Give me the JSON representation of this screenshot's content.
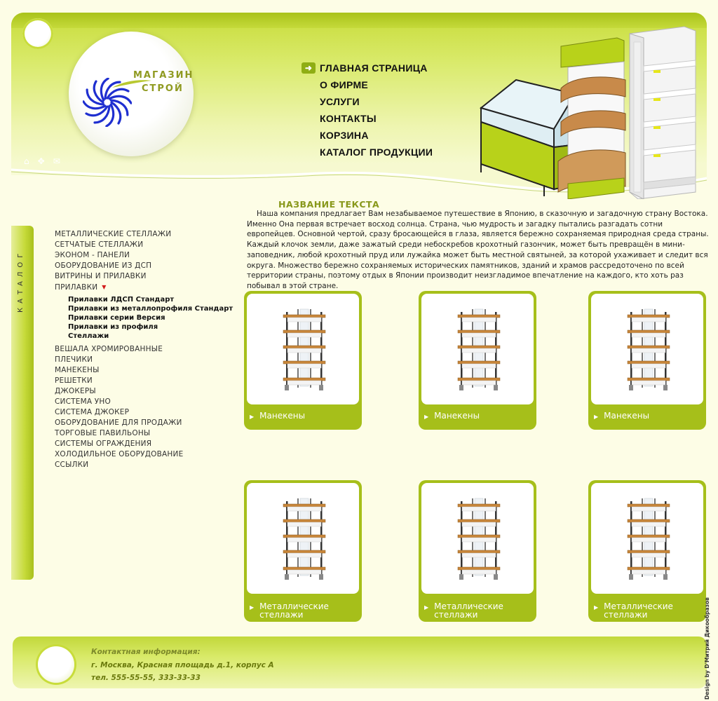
{
  "brand": {
    "line1": "МАГАЗИН",
    "line2": "СТРОЙ",
    "color": "#8f9a20"
  },
  "header_icons": [
    "home-icon",
    "move-icon",
    "mail-icon"
  ],
  "nav": {
    "items": [
      {
        "label": "ГЛАВНАЯ СТРАНИЦА",
        "active": true
      },
      {
        "label": "О ФИРМЕ"
      },
      {
        "label": "УСЛУГИ"
      },
      {
        "label": "КОНТАКТЫ"
      },
      {
        "label": "КОРЗИНА"
      },
      {
        "label": "КАТАЛОГ ПРОДУКЦИИ"
      }
    ]
  },
  "sidebar": {
    "tab_label": "КАТАЛОГ",
    "items_top": [
      "МЕТАЛЛИЧЕСКИЕ СТЕЛЛАЖИ",
      "СЕТЧАТЫЕ СТЕЛЛАЖИ",
      "ЭКОНОМ - ПАНЕЛИ",
      "ОБОРУДОВАНИЕ ИЗ ДСП",
      "ВИТРИНЫ И ПРИЛАВКИ",
      "ПРИЛАВКИ"
    ],
    "sub_items": [
      "Прилавки ЛДСП Стандарт",
      "Прилавки из металлопрофиля Стандарт",
      "Прилавки серии Версия",
      "Прилавки из профиля",
      "Стеллажи"
    ],
    "items_bottom": [
      "ВЕШАЛА ХРОМИРОВАННЫЕ",
      "ПЛЕЧИКИ",
      "МАНЕКЕНЫ",
      "РЕШЕТКИ",
      "ДЖОКЕРЫ",
      "СИСТЕМА УНО",
      "СИСТЕМА ДЖОКЕР",
      "ОБОРУДОВАНИЕ ДЛЯ ПРОДАЖИ",
      "ТОРГОВЫЕ ПАВИЛЬОНЫ",
      "СИСТЕМЫ ОГРАЖДЕНИЯ",
      "ХОЛОДИЛЬНОЕ ОБОРУДОВАНИЕ",
      "ССЫЛКИ"
    ]
  },
  "article": {
    "title": "НАЗВАНИЕ ТЕКСТА",
    "text": "Наша компания предлагает Вам незабываемое путешествие в Японию, в сказочную и загадочную страну Востока. Именно Она первая встречает восход солнца. Страна, чью мудрость и загадку пытались разгадать сотни европейцев. Основной чертой, сразу бросающейся в глаза, является бережно сохраняемая природная среда страны. Каждый клочок земли, даже зажатый среди небоскребов крохотный газончик, может быть превращён в мини-заповедник, любой крохотный пруд или лужайка может быть местной святыней, за которой ухаживает и следит вся округа. Множество бережно сохраняемых исторических памятников, зданий и храмов рассредоточено по всей территории страны, поэтому отдых в Японии производит неизгладимое впечатление на каждого, кто хоть раз побывал в этой стране."
  },
  "products": [
    {
      "line1": "Манекены",
      "line2": ""
    },
    {
      "line1": "Манекены",
      "line2": ""
    },
    {
      "line1": "Манекены",
      "line2": ""
    },
    {
      "line1": "Металлические",
      "line2": "стеллажи"
    },
    {
      "line1": "Металлические",
      "line2": "стеллажи"
    },
    {
      "line1": "Металлические",
      "line2": "стеллажи"
    }
  ],
  "footer": {
    "title": "Контактная информация:",
    "address": "г. Москва, Красная площадь д.1, корпус А",
    "phone": "тел. 555-55-55, 333-33-33"
  },
  "credit": "Design by D'Митрий Дикообразов",
  "colors": {
    "accent": "#a6bf1a",
    "background": "#fdfde6",
    "marker_red": "#d21a1a"
  }
}
